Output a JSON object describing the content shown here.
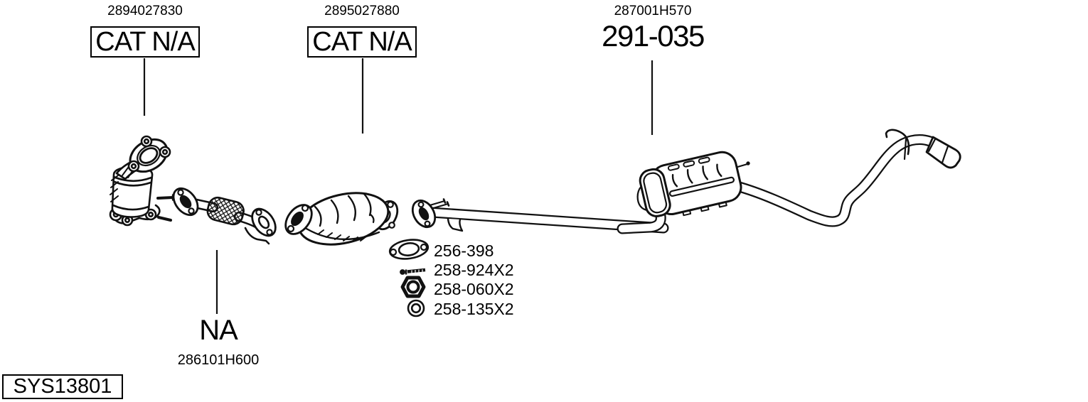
{
  "page": {
    "background_color": "#ffffff",
    "line_color": "#111111"
  },
  "callouts": [
    {
      "id": "front-catalytic-converter",
      "part_number": "2894027830",
      "label": "CAT N/A"
    },
    {
      "id": "center-catalytic-converter",
      "part_number": "2895027880",
      "label": "CAT N/A"
    },
    {
      "id": "rear-muffler",
      "part_number": "287001H570",
      "label": "291-035"
    },
    {
      "id": "front-flex-pipe",
      "part_number": "286101H600",
      "label": "NA"
    }
  ],
  "fitting_parts": [
    {
      "icon": "gasket-icon",
      "ref": "256-398"
    },
    {
      "icon": "bolt-icon",
      "ref": "258-924X2"
    },
    {
      "icon": "nut-icon",
      "ref": "258-060X2"
    },
    {
      "icon": "washer-icon",
      "ref": "258-135X2"
    }
  ],
  "system_code": "SYS13801"
}
